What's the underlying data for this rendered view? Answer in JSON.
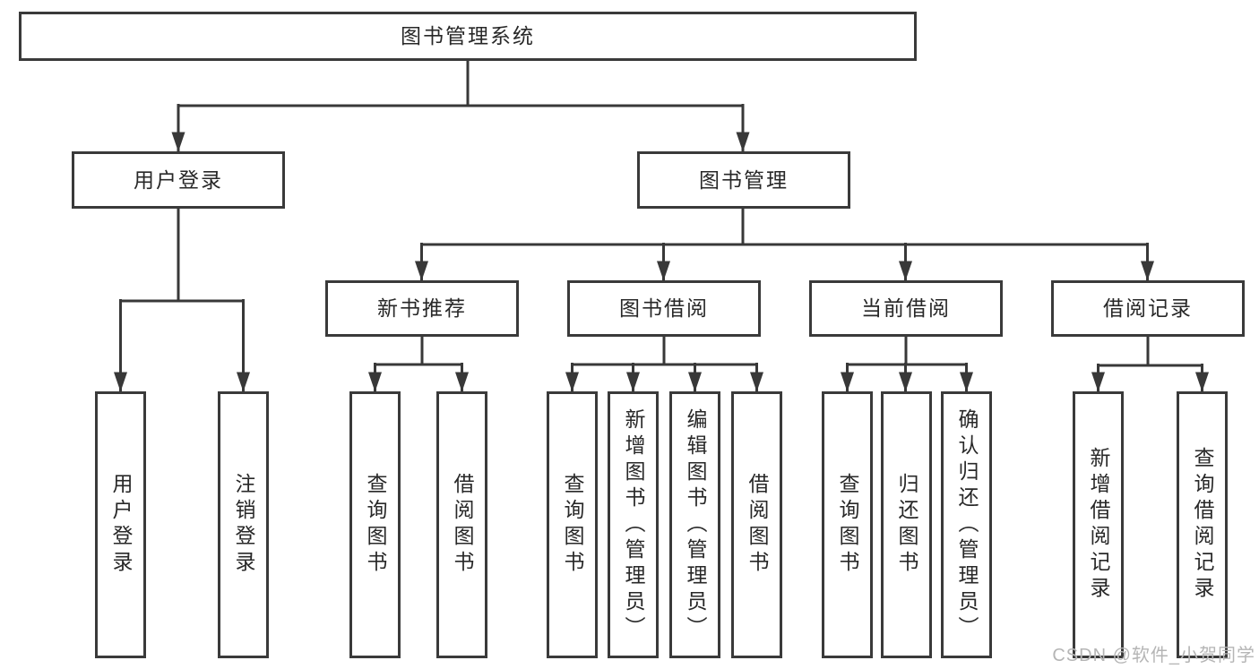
{
  "diagram": {
    "root": "图书管理系统",
    "level2": {
      "user_login": "用户登录",
      "book_mgmt": "图书管理"
    },
    "level3": {
      "new_books": "新书推荐",
      "book_borrow": "图书借阅",
      "current_borrow": "当前借阅",
      "borrow_records": "借阅记录"
    },
    "leaves": {
      "user_login": [
        "用户登录",
        "注销登录"
      ],
      "new_books": [
        "查询图书",
        "借阅图书"
      ],
      "book_borrow": [
        "查询图书",
        "新增图书（管理员）",
        "编辑图书（管理员）",
        "借阅图书"
      ],
      "current_borrow": [
        "查询图书",
        "归还图书",
        "确认归还（管理员）"
      ],
      "borrow_records": [
        "新增借阅记录",
        "查询借阅记录"
      ]
    },
    "line_color": "#383838",
    "border_color": "#3a3a3a",
    "text_color": "#282828"
  },
  "watermark": {
    "text": "CSDN @软件_小贺同学",
    "color": "#b5b5b5"
  }
}
